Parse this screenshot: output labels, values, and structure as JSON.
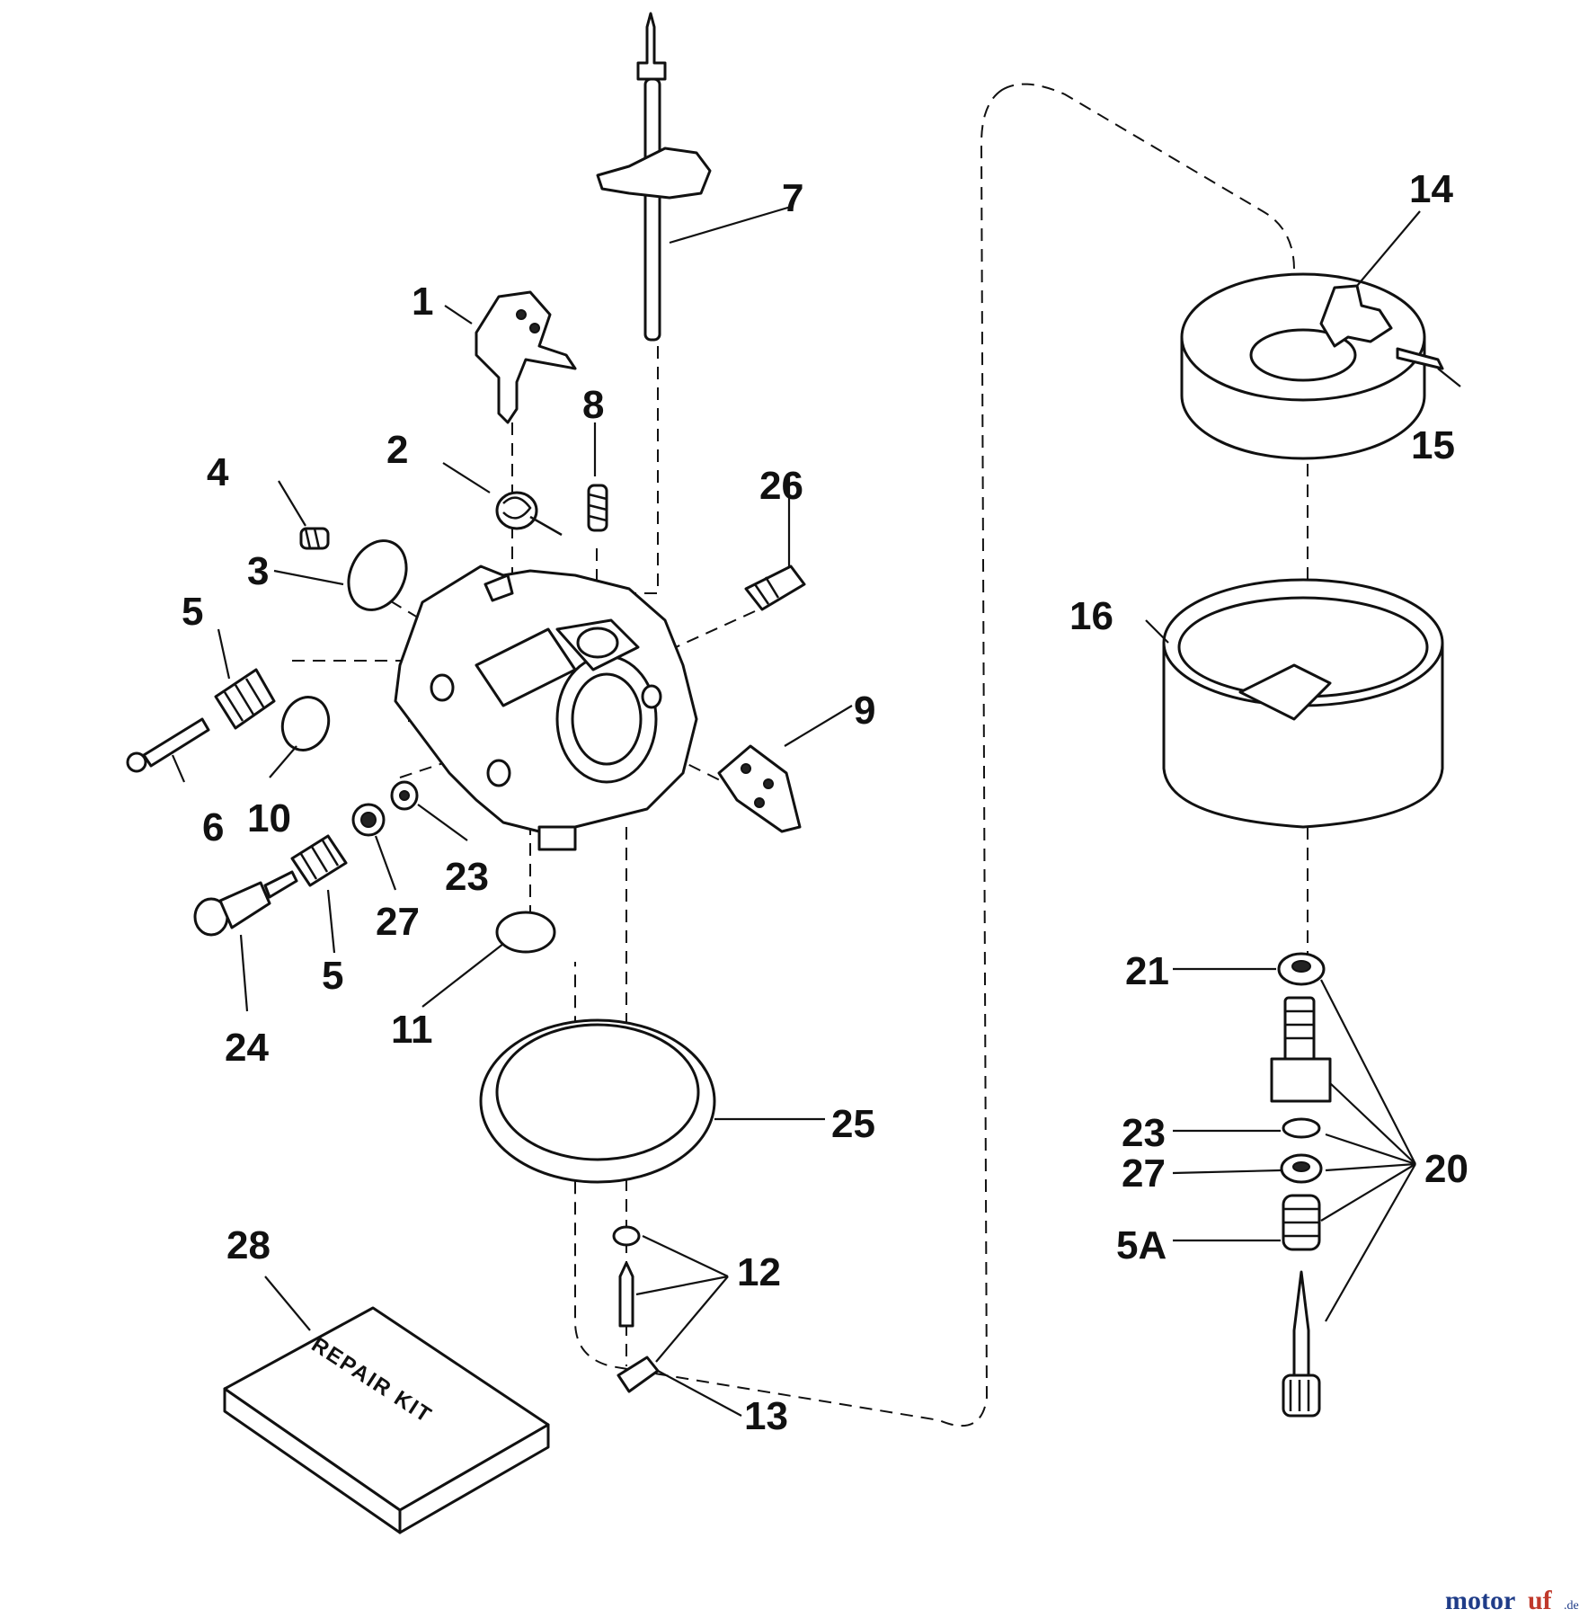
{
  "labels": {
    "p1": "1",
    "p2": "2",
    "p3": "3",
    "p4": "4",
    "p5a": "5",
    "p5b": "5",
    "p6": "6",
    "p7": "7",
    "p8": "8",
    "p9": "9",
    "p10": "10",
    "p11": "11",
    "p12": "12",
    "p13": "13",
    "p14": "14",
    "p15": "15",
    "p16": "16",
    "p20": "20",
    "p21": "21",
    "p23a": "23",
    "p23b": "23",
    "p24": "24",
    "p25": "25",
    "p26": "26",
    "p27a": "27",
    "p27b": "27",
    "p28": "28",
    "p5A": "5A"
  },
  "repair_kit_text": "REPAIR KIT",
  "watermark": {
    "main_a": "motor",
    "main_b": "uf",
    "suffix": ".de"
  }
}
